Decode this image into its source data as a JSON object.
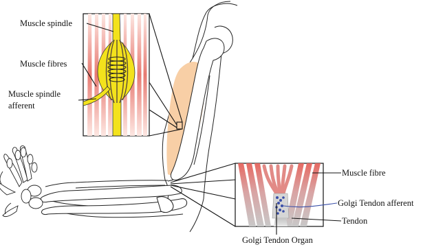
{
  "labels": {
    "muscle_spindle": "Muscle spindle",
    "muscle_fibres": "Muscle fibres",
    "spindle_afferent_line1": "Muscle spindle",
    "spindle_afferent_line2": "afferent",
    "muscle_fibre": "Muscle fibre",
    "golgi_afferent": "Golgi Tendon afferent",
    "tendon": "Tendon",
    "golgi_organ": "Golgi Tendon Organ"
  },
  "colors": {
    "muscle_highlight": "#f8cfa6",
    "fibre_red": "#e77a72",
    "spindle_yellow": "#f3e21c",
    "tendon_grey": "#b9b9b9",
    "nerve_blue": "#3a4fa8"
  }
}
